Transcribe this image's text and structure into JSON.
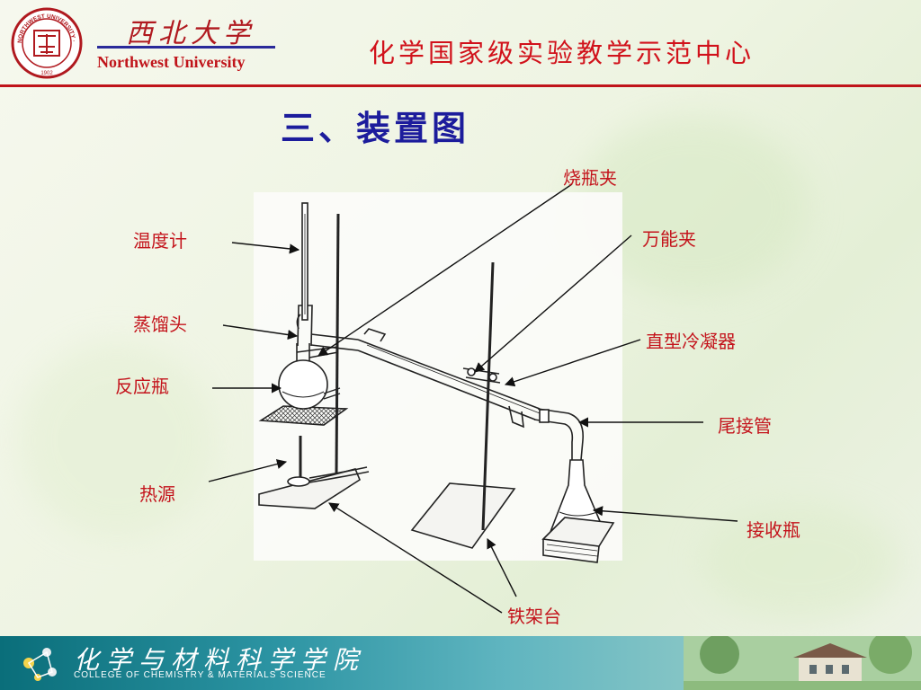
{
  "header": {
    "university_cn": "西北大学",
    "university_en": "Northwest University",
    "center_title": "化学国家级实验教学示范中心",
    "seal_text": "NORTHWEST UNIVERSITY · XIAN · CHINA",
    "seal_year": "1902"
  },
  "section_title": "三、装置图",
  "labels": {
    "flask_clamp": "烧瓶夹",
    "thermometer": "温度计",
    "universal_clamp": "万能夹",
    "distilling_head": "蒸馏头",
    "straight_condenser": "直型冷凝器",
    "reaction_flask": "反应瓶",
    "adapter": "尾接管",
    "heat_source": "热源",
    "receiving_flask": "接收瓶",
    "iron_stand": "铁架台"
  },
  "footer": {
    "college_cn": "化学与材料科学学院",
    "college_en": "COLLEGE OF CHEMISTRY & MATERIALS SCIENCE"
  },
  "colors": {
    "brand_red": "#c0141a",
    "label_red": "#c4141c",
    "title_blue": "#1c1c9c",
    "footer_teal": "#2c94a3"
  }
}
